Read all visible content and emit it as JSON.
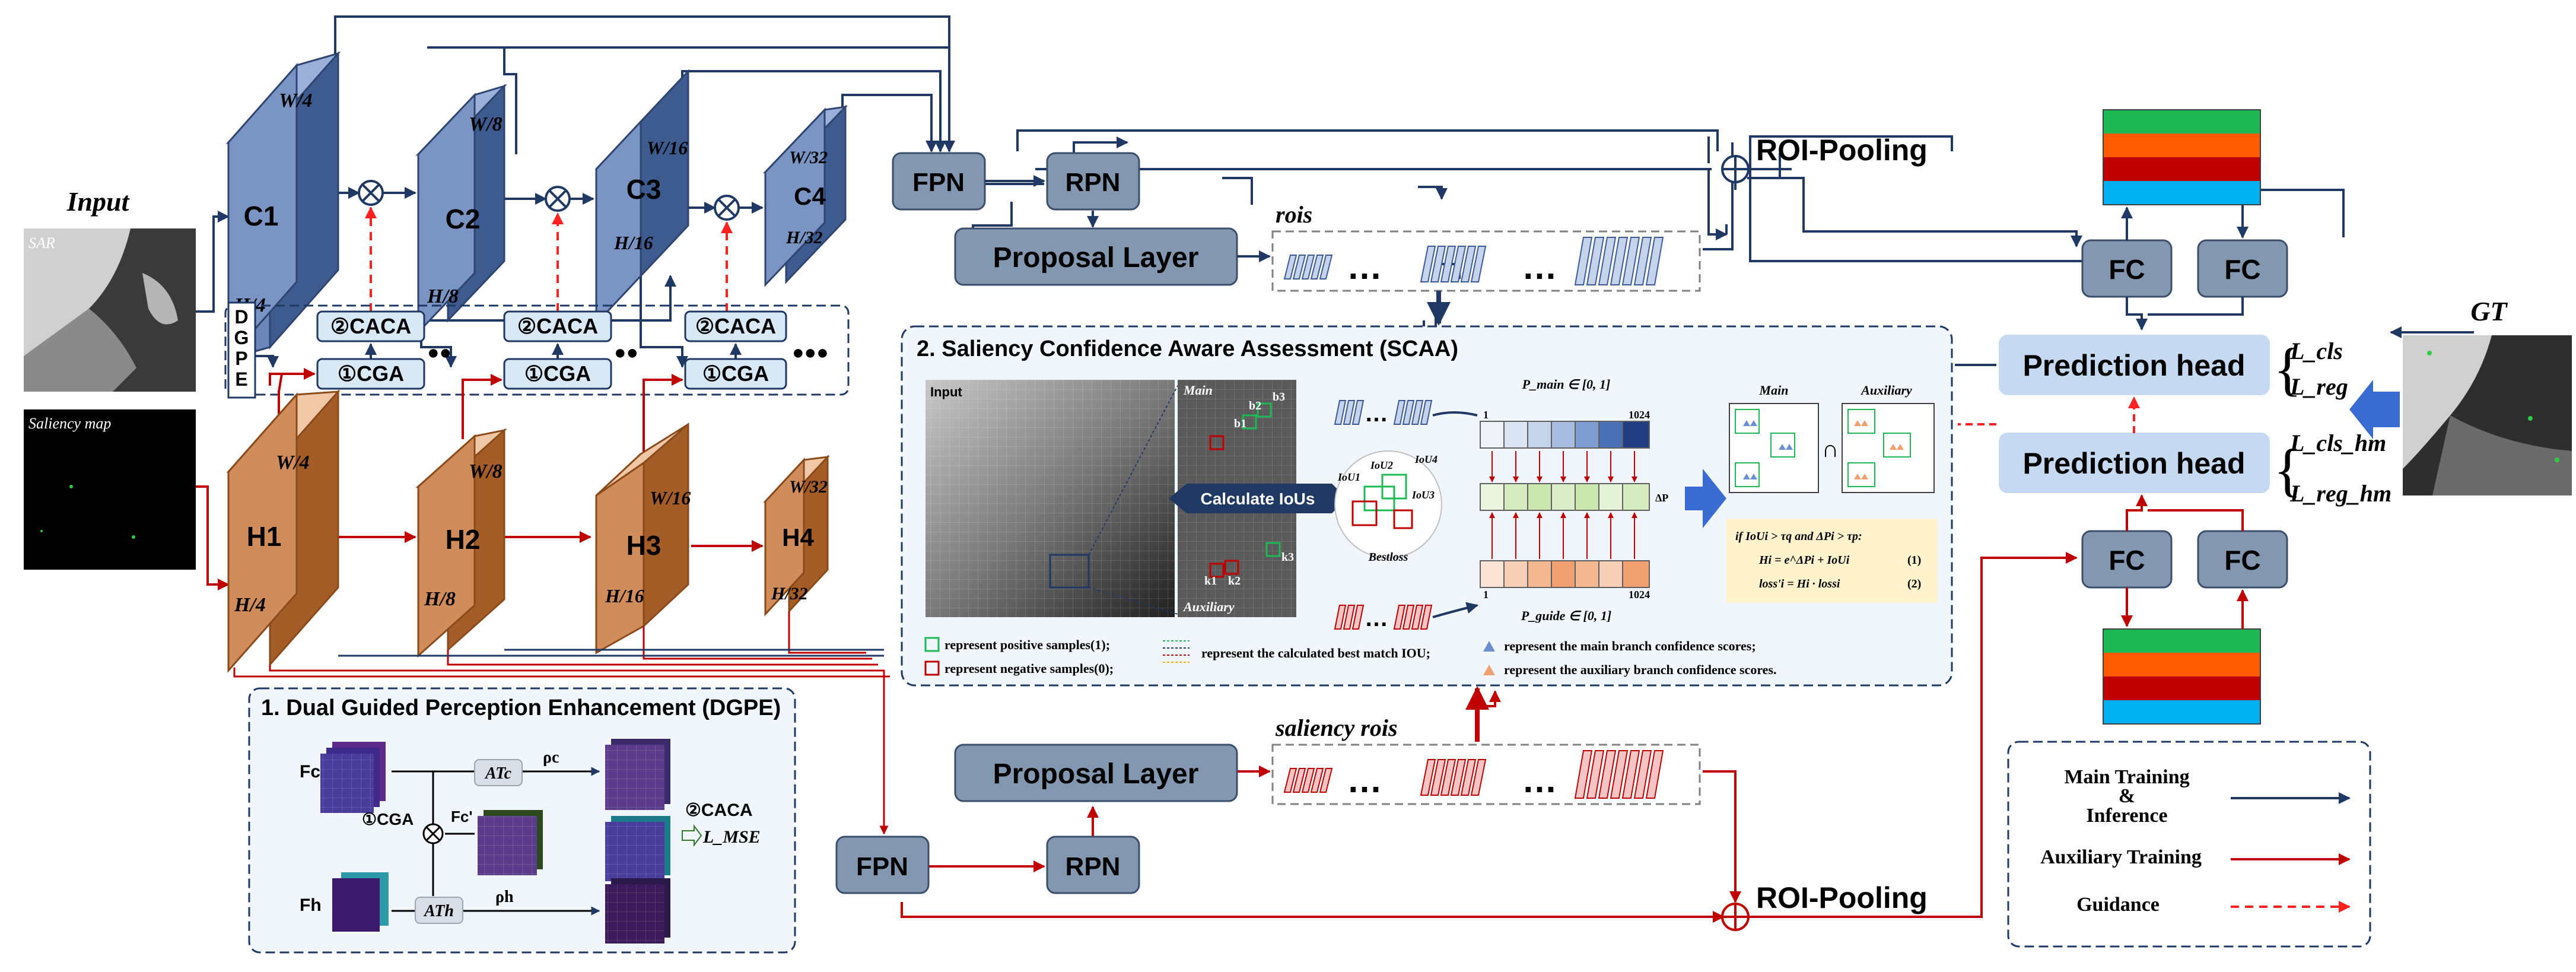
{
  "labels": {
    "input": "Input",
    "sar": "SAR",
    "saliency_map": "Saliency map",
    "gt": "GT",
    "dgpe_vertical": [
      "D",
      "G",
      "P",
      "E"
    ],
    "rois": "rois",
    "saliency_rois": "saliency rois",
    "roi_pooling": "ROI-Pooling",
    "fpn": "FPN",
    "rpn": "RPN",
    "proposal_layer": "Proposal Layer",
    "fc": "FC",
    "prediction_head": "Prediction head",
    "cga": "①CGA",
    "caca": "②CACA",
    "dots2": "●●",
    "dots3": "●●●",
    "ellipsis": "…"
  },
  "backbone": {
    "c_blocks": [
      {
        "name": "C1",
        "w": "W/4",
        "h": "H/4"
      },
      {
        "name": "C2",
        "w": "W/8",
        "h": "H/8"
      },
      {
        "name": "C3",
        "w": "W/16",
        "h": "H/16"
      },
      {
        "name": "C4",
        "w": "W/32",
        "h": "H/32"
      }
    ],
    "h_blocks": [
      {
        "name": "H1",
        "w": "W/4",
        "h": "H/4"
      },
      {
        "name": "H2",
        "w": "W/8",
        "h": "H/8"
      },
      {
        "name": "H3",
        "w": "W/16",
        "h": "H/16"
      },
      {
        "name": "H4",
        "w": "W/32",
        "h": "H/32"
      }
    ]
  },
  "losses": {
    "main": [
      "L_cls",
      "L_reg"
    ],
    "aux": [
      "L_cls_hm",
      "L_reg_hm"
    ]
  },
  "dgpe": {
    "title": "1. Dual Guided Perception Enhancement (DGPE)",
    "fc": "Fc",
    "fh": "Fh",
    "fc_prime": "Fc'",
    "at_c": "ATc",
    "at_h": "ATh",
    "rho_c": "ρc",
    "rho_h": "ρh",
    "cga": "①CGA",
    "caca": "②CACA",
    "mse": "L_MSE"
  },
  "scaa": {
    "title": "2. Saliency Confidence Aware Assessment (SCAA)",
    "input": "Input",
    "main": "Main",
    "auxiliary": "Auxiliary",
    "calc_ious": "Calculate IoUs",
    "best": "Bestloss",
    "p_main": "P_main ∈ [0, 1]",
    "p_guide": "P_guide ∈ [0, 1]",
    "idx_start": "1",
    "idx_end": "1024",
    "delta_p": "ΔP",
    "intersect": "∩",
    "iou_labels": [
      "IoU1",
      "IoU2",
      "IoU3",
      "IoU4"
    ],
    "b_labels": [
      "b1",
      "b2",
      "b3"
    ],
    "k_labels": [
      "k1",
      "k2",
      "k3"
    ],
    "cond": "if IoUi > τq and ΔPi > τp:",
    "eq1": "Hi = e^ΔPi + IoUi",
    "eq1_num": "(1)",
    "eq2": "loss'i = Hi · lossi",
    "eq2_num": "(2)",
    "leg_pos": "represent positive samples(1);",
    "leg_neg": "represent negative samples(0);",
    "leg_iou": "represent the calculated best match IOU;",
    "leg_main": "represent the main branch confidence scores;",
    "leg_aux": "represent the auxiliary branch confidence scores."
  },
  "legend": {
    "main_training": "Main Training",
    "amp": "&",
    "inference": "Inference",
    "aux_training": "Auxiliary Training",
    "guidance": "Guidance"
  },
  "colors": {
    "blue_arrow": "#1f3864",
    "red_arrow": "#c00000",
    "dashed_red": "#ff2020",
    "box_fill": "#8497b0",
    "box_stroke": "#3b4e6b",
    "pred_fill": "#c5d9f1",
    "c_front": "#6b86b8",
    "h_front": "#d08c5a",
    "stripe_green": "#1db954",
    "stripe_orange": "#ff5a00",
    "stripe_red": "#c00000",
    "stripe_cyan": "#00b0f0"
  }
}
